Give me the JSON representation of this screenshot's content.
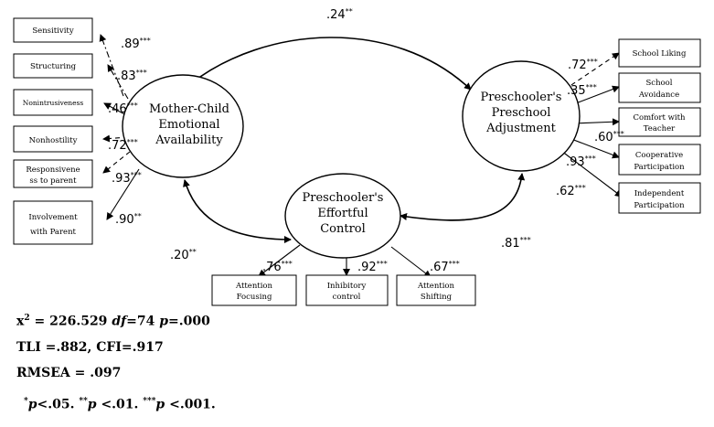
{
  "latents": {
    "mother": [
      "Mother-Child",
      "Emotional",
      "Availability"
    ],
    "adjust": [
      "Preschooler's",
      "Preschool",
      "Adjustment"
    ],
    "control": [
      "Preschooler's",
      "Effortful",
      "Control"
    ]
  },
  "indicators_left": [
    [
      "Sensitivity"
    ],
    [
      "Structuring"
    ],
    [
      "Nonintrusiveness"
    ],
    [
      "Nonhostility"
    ],
    [
      "Responsivene",
      "ss to parent"
    ],
    [
      "Involvement",
      "with Parent"
    ]
  ],
  "indicators_right": [
    [
      "School Liking"
    ],
    [
      "School",
      "Avoidance"
    ],
    [
      "Comfort with",
      "Teacher"
    ],
    [
      "Cooperative",
      "Participation"
    ],
    [
      "Independent",
      "Participation"
    ]
  ],
  "indicators_bottom": [
    [
      "Attention",
      "Focusing"
    ],
    [
      "Inhibitory",
      "control"
    ],
    [
      "Attention",
      "Shifting"
    ]
  ],
  "loadings_left": [
    {
      "v": ".89",
      "s": "***"
    },
    {
      "v": ".83",
      "s": "***"
    },
    {
      "v": ".46",
      "s": "***"
    },
    {
      "v": ".72",
      "s": "***"
    },
    {
      "v": ".93",
      "s": "***"
    },
    {
      "v": ".90",
      "s": "**"
    }
  ],
  "loadings_right": [
    {
      "v": ".72",
      "s": "***"
    },
    {
      "v": ".35",
      "s": "***"
    },
    {
      "v": ".60",
      "s": "***"
    },
    {
      "v": ".93",
      "s": "***"
    },
    {
      "v": ".62",
      "s": "***"
    }
  ],
  "loadings_bottom": [
    {
      "v": ".76",
      "s": "***"
    },
    {
      "v": ".92",
      "s": "***"
    },
    {
      "v": ".67",
      "s": "***"
    }
  ],
  "paths": {
    "mother_adjust": {
      "v": ".24",
      "s": "**"
    },
    "mother_control": {
      "v": ".20",
      "s": "**"
    },
    "control_adjust": {
      "v": ".81",
      "s": "***"
    }
  },
  "fit": {
    "chi_symbol": "x",
    "chi_sup": "2",
    "chi_value": "= 226.529",
    "df_label": "df",
    "df_value": "=74",
    "p_label": "p",
    "p_value": "=.000",
    "line2": "TLI =.882, CFI=.917",
    "line3": "RMSEA = .097"
  },
  "note": {
    "s1": "*",
    "p1": "p",
    "t1": "<.05. ",
    "s2": "**",
    "p2": "p",
    "t2": " <.01. ",
    "s3": "***",
    "p3": "p",
    "t3": " <.001."
  }
}
